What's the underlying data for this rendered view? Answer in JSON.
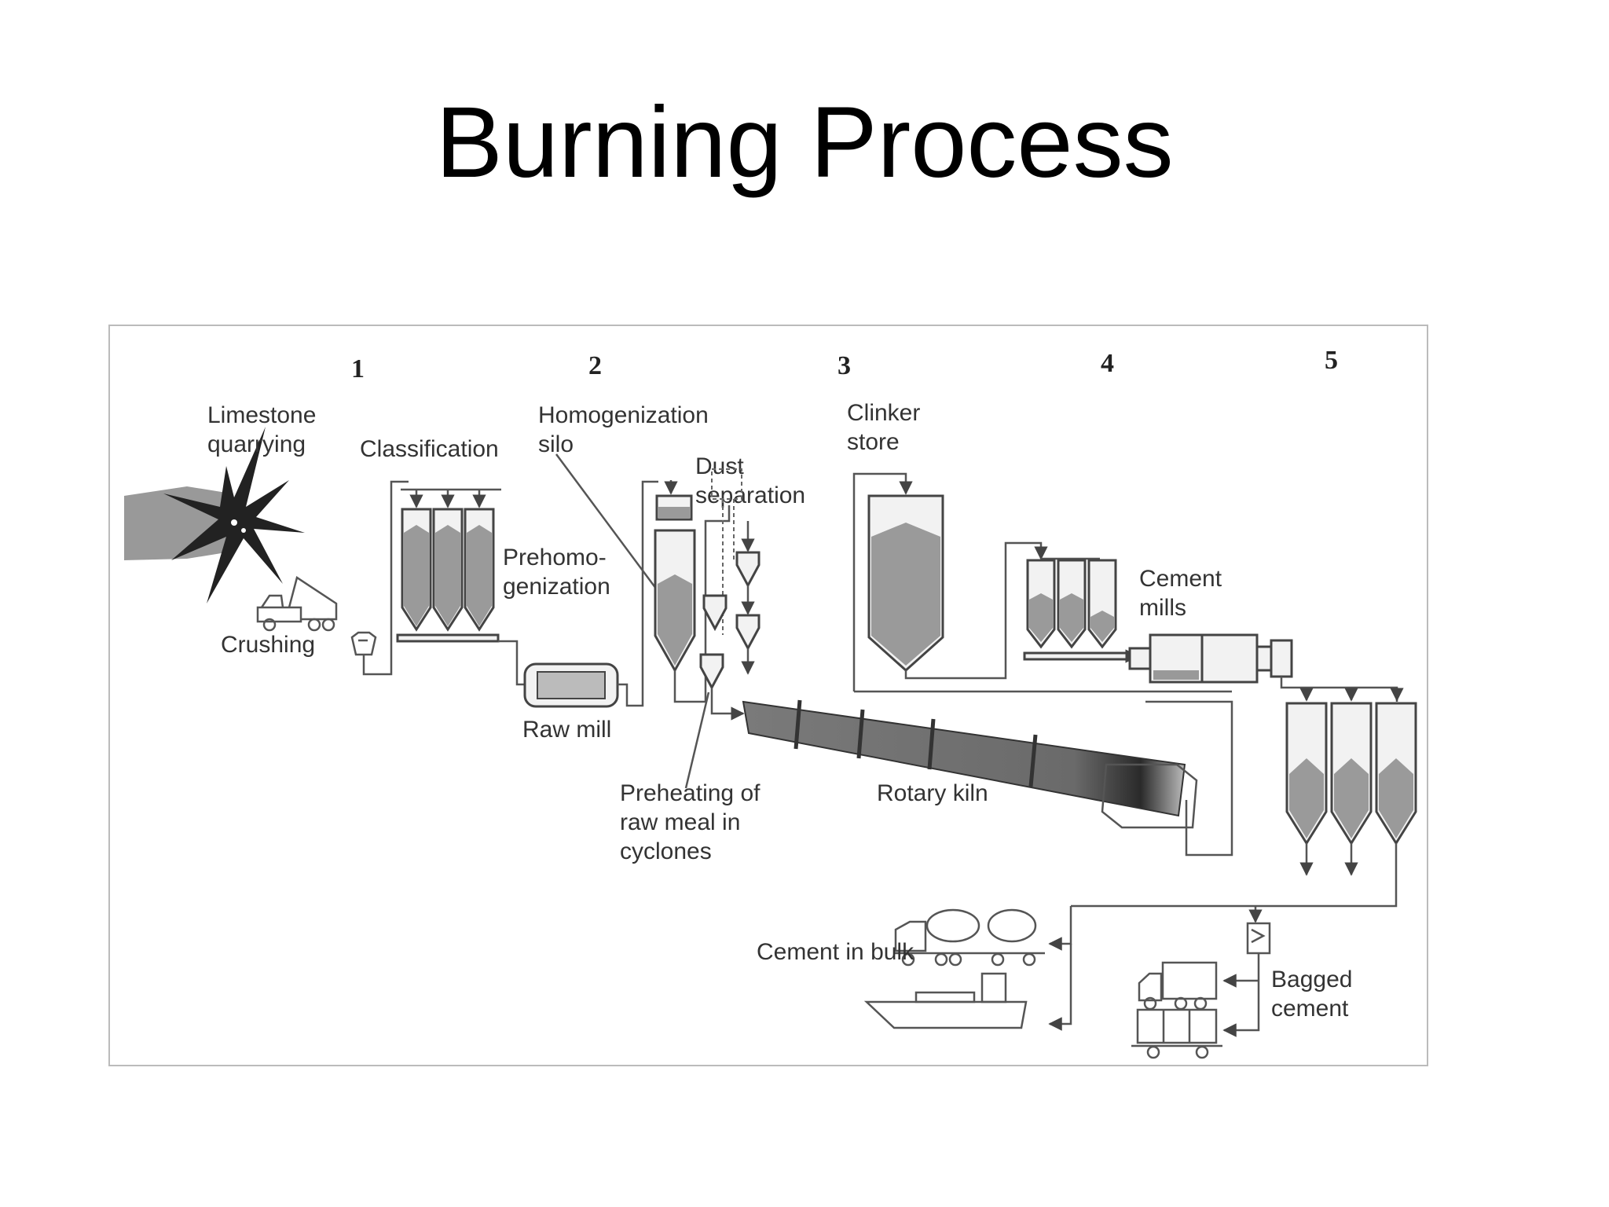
{
  "title": "Burning Process",
  "stages": [
    "1",
    "2",
    "3",
    "4",
    "5"
  ],
  "labels": {
    "limestone_1": "Limestone",
    "limestone_2": "quarrying",
    "classification": "Classification",
    "crushing": "Crushing",
    "prehomo_1": "Prehomo-",
    "prehomo_2": "genization",
    "homog_1": "Homogenization",
    "homog_2": "silo",
    "dust_1": "Dust",
    "dust_2": "separation",
    "raw_mill": "Raw mill",
    "preheat_1": "Preheating of",
    "preheat_2": "raw meal in",
    "preheat_3": "cyclones",
    "clinker_1": "Clinker",
    "clinker_2": "store",
    "cement_mills_1": "Cement",
    "cement_mills_2": "mills",
    "rotary_kiln": "Rotary kiln",
    "cement_bulk": "Cement in bulk",
    "bagged_1": "Bagged",
    "bagged_2": "cement"
  }
}
